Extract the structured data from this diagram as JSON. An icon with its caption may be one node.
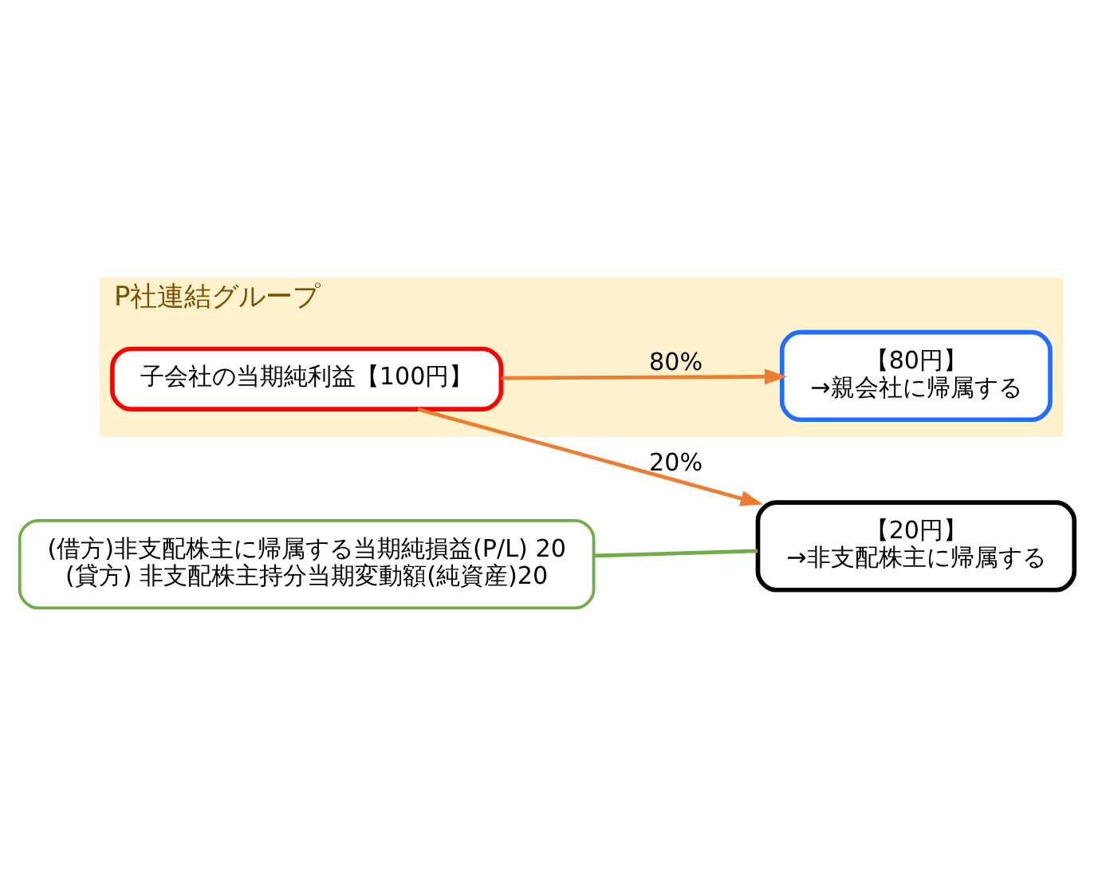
{
  "diagram": {
    "nodes": [
      {
        "text": [
          "P社連結グループ"
        ]
      },
      {
        "text": [
          "子会社の当期純利益【100円】"
        ],
        "in": 0
      },
      {
        "text": [
          "【80円】",
          "→親会社に帰属する"
        ],
        "in": 0
      },
      {
        "text": [
          "【20円】",
          "→非支配株主に帰属する"
        ]
      },
      {
        "text": [
          "(借方)非支配株主に帰属する当期純損益(P/L) 20",
          "(貸方) 非支配株主持分当期変動額(純資産)20"
        ]
      }
    ],
    "edges": [
      {
        "from": 1,
        "to": 2,
        "arrow": "to",
        "label": "80%"
      },
      {
        "from": 1,
        "to": 3,
        "arrow": "to",
        "label": "20%"
      },
      {
        "from": 4,
        "to": 3,
        "arrow": "none",
        "color": "#70ad47"
      }
    ]
  }
}
